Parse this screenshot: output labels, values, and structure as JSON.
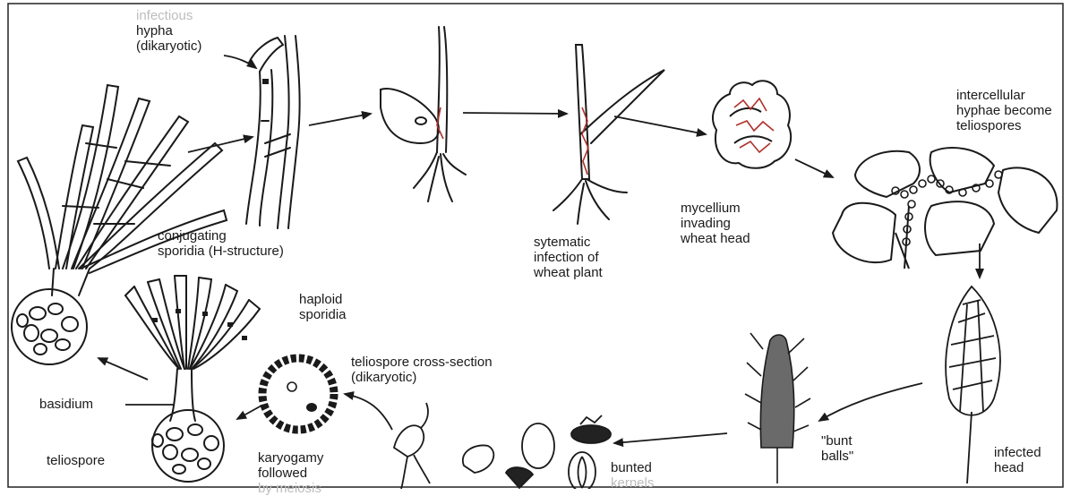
{
  "labels": {
    "infectious_hypha": [
      "infectious",
      "hypha",
      "(dikaryotic)"
    ],
    "conjugating": [
      "conjugating",
      "sporidia (H-structure)"
    ],
    "systematic": [
      "sytematic",
      "infection of",
      "wheat plant"
    ],
    "mycellium": [
      "mycellium",
      "invading",
      "wheat head"
    ],
    "intercellular": [
      "intercellular",
      "hyphae become",
      "teliospores"
    ],
    "haploid": [
      "haploid",
      "sporidia"
    ],
    "cross_section": [
      "teliospore cross-section",
      "(dikaryotic)"
    ],
    "basidium": "basidium",
    "teliospore": "teliospore",
    "karyogamy": [
      "karyogamy",
      "followed",
      "by meiosis"
    ],
    "bunted": [
      "bunted",
      "kernels"
    ],
    "bunt_balls": [
      "\"bunt",
      "balls\""
    ],
    "infected_head": [
      "infected",
      "head"
    ]
  },
  "colors": {
    "ink": "#1a1a1a",
    "hypha_red": "#b0302a",
    "frame": "#222222"
  }
}
